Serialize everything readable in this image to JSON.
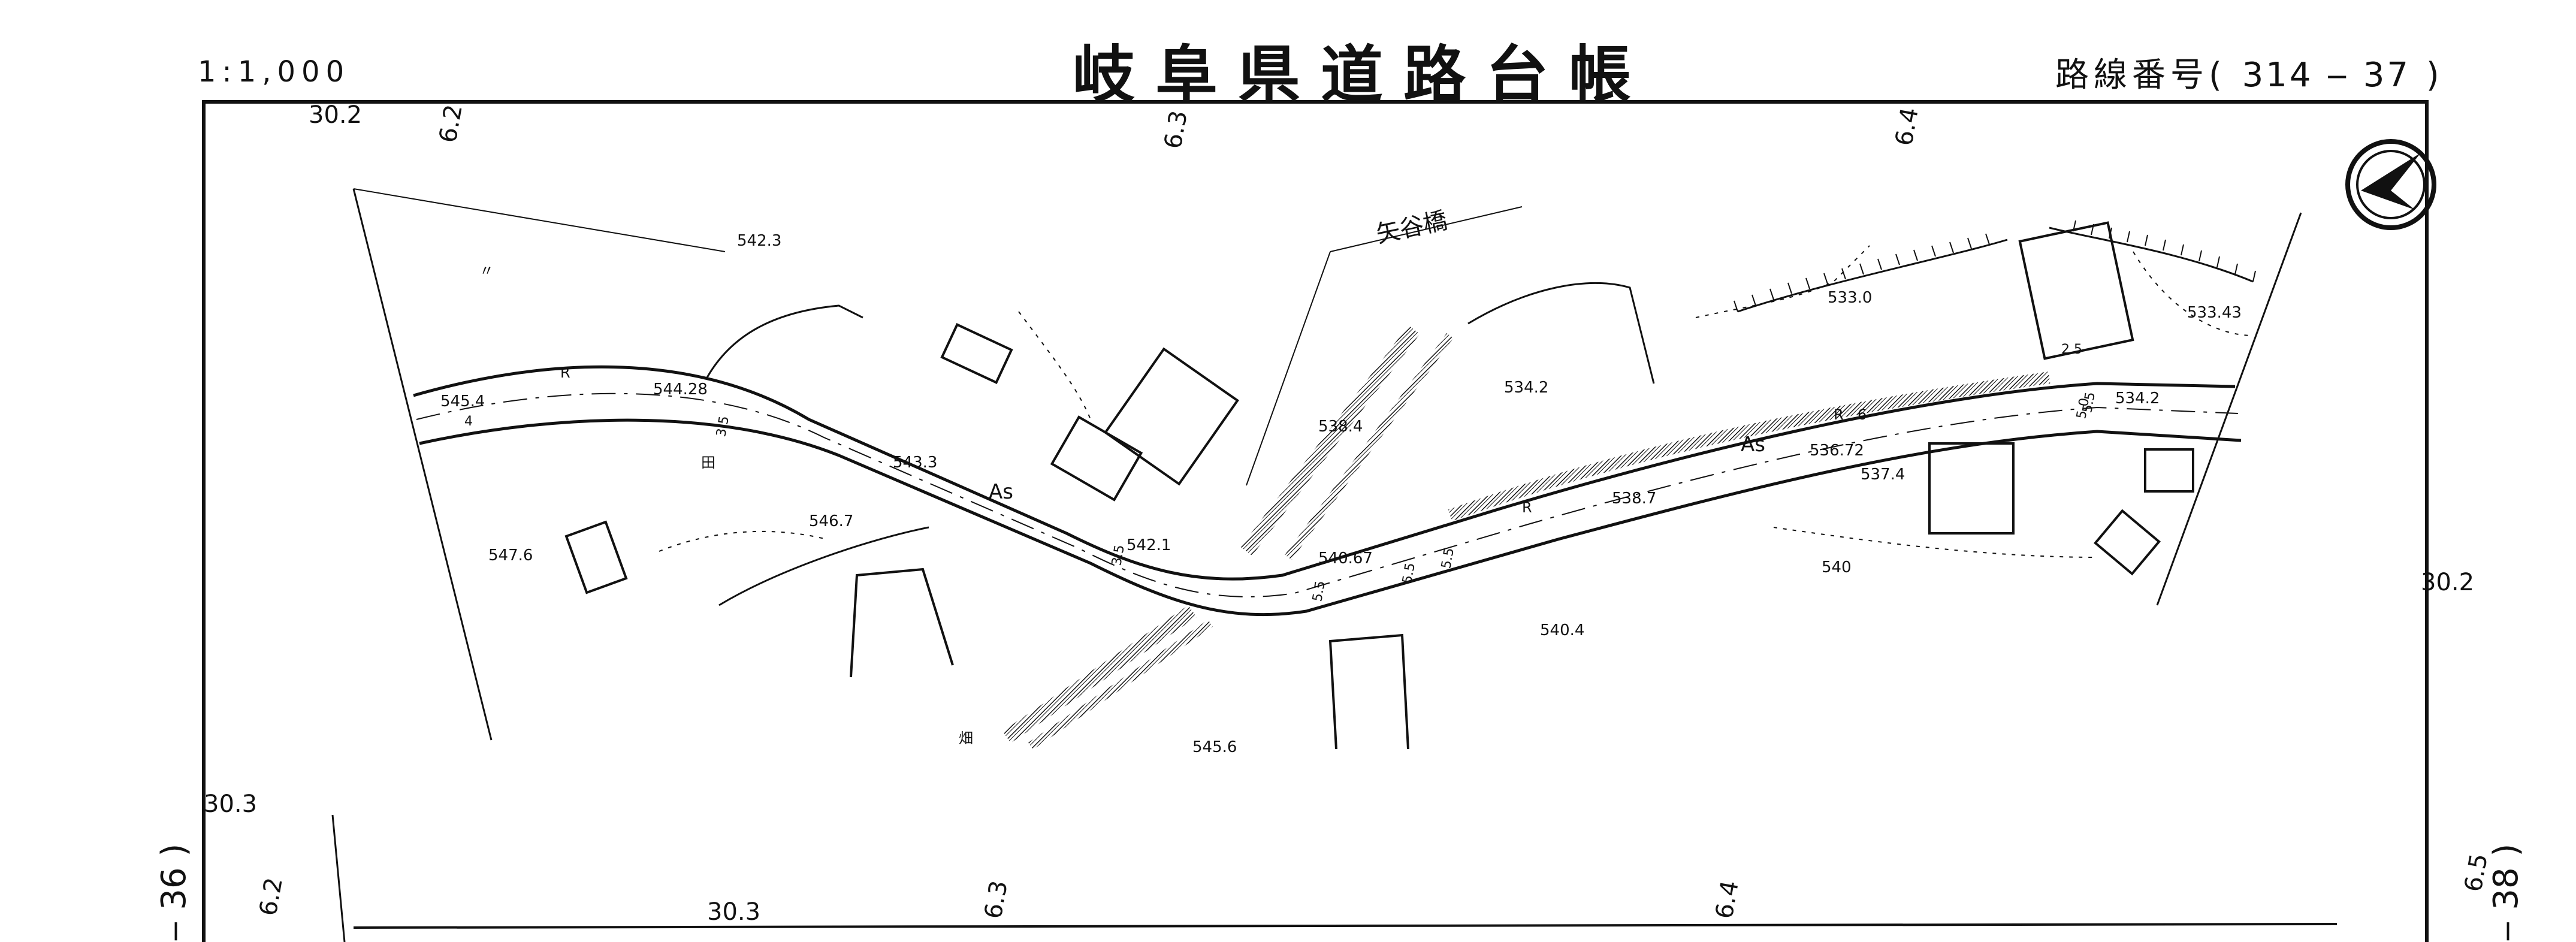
{
  "header": {
    "scale": "1:1,000",
    "title": "岐阜県道路台帳",
    "route_label": "路線番号",
    "route_open": "(",
    "route_number": "314 ‒ 37",
    "route_close": ")"
  },
  "side_labels": {
    "left": "‒ 36 )",
    "right": "‒ 38 )"
  },
  "map": {
    "bridge_name": "矢谷橋",
    "grid_labels": [
      "30.2",
      "6.2",
      "6.3",
      "6.4",
      "30.2",
      "30.3",
      "6.2",
      "6.3",
      "6.4",
      "30.3",
      "6.5"
    ],
    "elevations": [
      "542.3",
      "544.28",
      "545.4",
      "543.3",
      "546.7",
      "547.6",
      "542.1",
      "538.4",
      "534.2",
      "540.67",
      "540.4",
      "545.6",
      "538.7",
      "533.0",
      "536.72",
      "537.4",
      "540",
      "534.2",
      "533.43"
    ],
    "road_labels": [
      "As",
      "As",
      "R",
      "R",
      "R",
      "6",
      "4"
    ],
    "field_marks": [
      "田",
      "畑",
      "〃"
    ],
    "width_marks": [
      "3.5",
      "3.5",
      "5.5",
      "5.5",
      "5.5",
      "5.5",
      "5.0",
      "2.5"
    ]
  }
}
